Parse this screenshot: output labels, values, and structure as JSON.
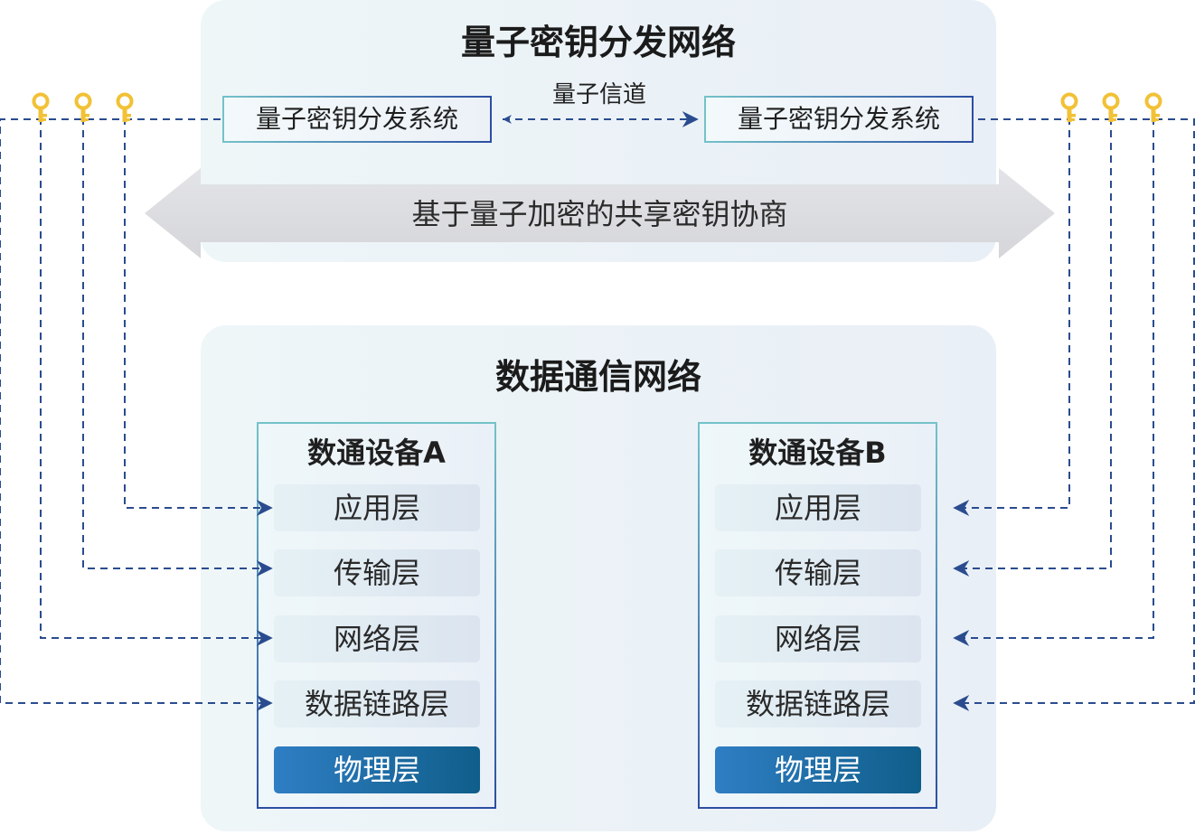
{
  "qkd_network": {
    "title": "量子密钥分发网络",
    "system_a": "量子密钥分发系统",
    "system_b": "量子密钥分发系统",
    "channel_label": "量子信道",
    "shared_key_label": "基于量子加密的共享密钥协商"
  },
  "data_network": {
    "title": "数据通信网络",
    "device_a": {
      "title": "数通设备A",
      "layers": [
        "应用层",
        "传输层",
        "网络层",
        "数据链路层",
        "物理层"
      ]
    },
    "device_b": {
      "title": "数通设备B",
      "layers": [
        "应用层",
        "传输层",
        "网络层",
        "数据链路层",
        "物理层"
      ]
    }
  },
  "colors": {
    "dash_line": "#2a4c8f",
    "key_icon": "#f2c136",
    "physical_layer": "#1e6fa8",
    "arrow_band": "#dcdde0"
  },
  "icons": {
    "key": "key-icon",
    "arrow": "double-arrow-icon"
  }
}
